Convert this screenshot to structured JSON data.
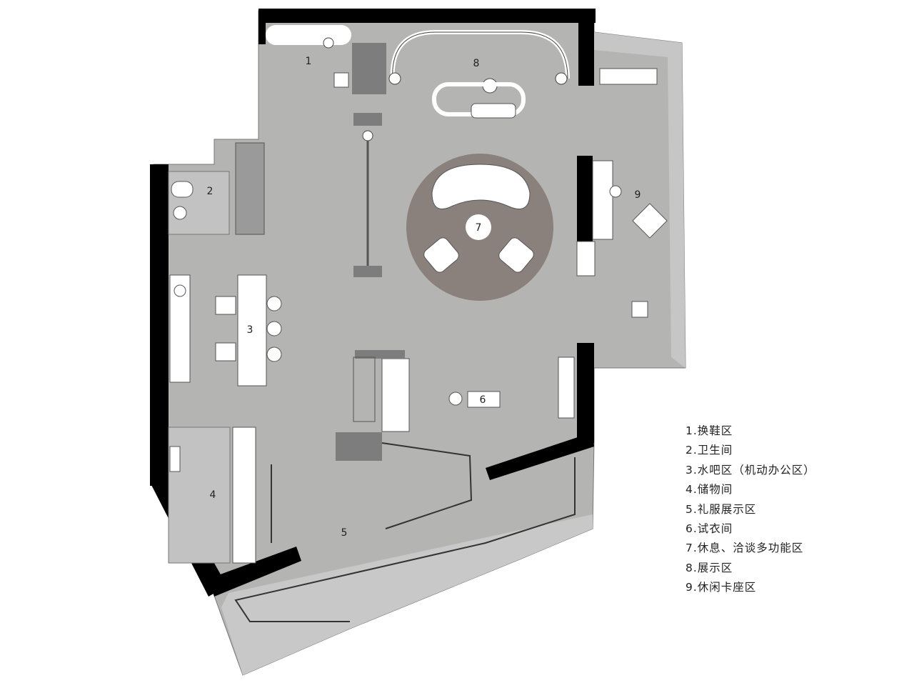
{
  "zones": [
    {
      "num": "1"
    },
    {
      "num": "2"
    },
    {
      "num": "3"
    },
    {
      "num": "4"
    },
    {
      "num": "5"
    },
    {
      "num": "6"
    },
    {
      "num": "7"
    },
    {
      "num": "8"
    },
    {
      "num": "9"
    }
  ],
  "legend": [
    "1.换鞋区",
    "2.卫生间",
    "3.水吧区（机动办公区）",
    "4.储物间",
    "5.礼服展示区",
    "6.试衣间",
    "7.休息、洽谈多功能区",
    "8.展示区",
    "9.休闲卡座区"
  ],
  "colors": {
    "floor": "#b4b4b3",
    "wall": "#000000",
    "furniture": "#ffffff",
    "rug": "#8a807c",
    "dark_block": "#7d7d7d"
  }
}
